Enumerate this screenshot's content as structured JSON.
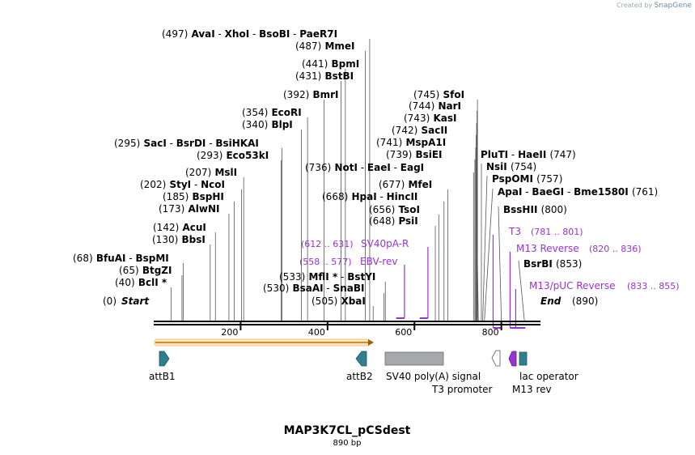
{
  "credit": {
    "prefix": "Created by",
    "brand": "SnapGene"
  },
  "map": {
    "title": "MAP3K7CL_pCSdest",
    "size_label": "890 bp",
    "start_label": "Start",
    "start_pos": "(0)",
    "end_label": "End",
    "end_pos": "(890)",
    "ticks": [
      "200",
      "400",
      "600",
      "800"
    ],
    "ruler_length": 890
  },
  "sites": [
    {
      "text": "(497)  AvaI  - XhoI  - BsoBI  - PaeR7I",
      "pos": 497
    },
    {
      "text": "(487)  MmeI",
      "pos": 487
    },
    {
      "text": "(441)  BpmI",
      "pos": 441
    },
    {
      "text": "(431)  BstBI",
      "pos": 431
    },
    {
      "text": "(392)  BmrI",
      "pos": 392
    },
    {
      "text": "(354)  EcoRI",
      "pos": 354
    },
    {
      "text": "(340)  BlpI",
      "pos": 340
    },
    {
      "text": "(295)  SacI  - BsrDI  - BsiHKAI",
      "pos": 295
    },
    {
      "text": "(293)  Eco53kI",
      "pos": 293
    },
    {
      "text": "(207)  MslI",
      "pos": 207
    },
    {
      "text": "(202)  StyI  - NcoI",
      "pos": 202
    },
    {
      "text": "(185)  BspHI",
      "pos": 185
    },
    {
      "text": "(173)  AlwNI",
      "pos": 173
    },
    {
      "text": "(142)  AcuI",
      "pos": 142
    },
    {
      "text": "(130)  BbsI",
      "pos": 130
    },
    {
      "text": "(68)  BfuAI  - BspMI",
      "pos": 68
    },
    {
      "text": "(65)  BtgZI",
      "pos": 65
    },
    {
      "text": "(40)  BclI *",
      "pos": 40
    },
    {
      "text": "(745)  SfoI",
      "pos": 745
    },
    {
      "text": "(744)  NarI",
      "pos": 744
    },
    {
      "text": "(743)  KasI",
      "pos": 743
    },
    {
      "text": "(742)  SacII",
      "pos": 742
    },
    {
      "text": "(741)  MspA1I",
      "pos": 741
    },
    {
      "text": "(739)  BsiEI",
      "pos": 739
    },
    {
      "text": "(736)  NotI  - EaeI  - EagI",
      "pos": 736
    },
    {
      "text": "(677)  MfeI",
      "pos": 677
    },
    {
      "text": "(668)  HpaI  - HincII",
      "pos": 668
    },
    {
      "text": "(656)  TsoI",
      "pos": 656
    },
    {
      "text": "(648)  PsiI",
      "pos": 648
    },
    {
      "text": "(533)  MflI *  - BstYI",
      "pos": 533
    },
    {
      "text": "(530)  BsaAI  - SnaBI",
      "pos": 530
    },
    {
      "text": "(505)  XbaI",
      "pos": 505
    },
    {
      "text": "PluTI  - HaeII  (747)",
      "pos": 747
    },
    {
      "text": "NsiI  (754)",
      "pos": 754
    },
    {
      "text": "PspOMI  (757)",
      "pos": 757
    },
    {
      "text": "ApaI  - BaeGI  - Bme1580I  (761)",
      "pos": 761
    },
    {
      "text": "BssHII  (800)",
      "pos": 800
    },
    {
      "text": "BsrBI  (853)",
      "pos": 853
    }
  ],
  "primers": [
    {
      "name": "SV40pA-R",
      "range": "(612 .. 631)",
      "start": 612,
      "end": 631
    },
    {
      "name": "EBV-rev",
      "range": "(558 .. 577)",
      "start": 558,
      "end": 577
    },
    {
      "name": "T3",
      "range": "(781 .. 801)",
      "start": 781,
      "end": 801
    },
    {
      "name": "M13 Reverse",
      "range": "(820 .. 836)",
      "start": 820,
      "end": 836
    },
    {
      "name": "M13/pUC Reverse",
      "range": "(833 .. 855)",
      "start": 833,
      "end": 855
    }
  ],
  "features": [
    {
      "name": "attB1",
      "type": "teal-right-arrow"
    },
    {
      "name": "attB2",
      "type": "teal-left-arrow"
    },
    {
      "name": "SV40 poly(A) signal",
      "type": "gray-box"
    },
    {
      "name": "T3 promoter",
      "type": "white-left-arrow"
    },
    {
      "name": "M13 rev",
      "type": "purple-left-arrow"
    },
    {
      "name": "lac operator",
      "type": "teal-box"
    }
  ],
  "colors": {
    "primer": "#9b30d9",
    "feature_teal": "#2f7f8f",
    "feature_gray": "#a6a8ab",
    "orf_orange": "#f0a030"
  }
}
